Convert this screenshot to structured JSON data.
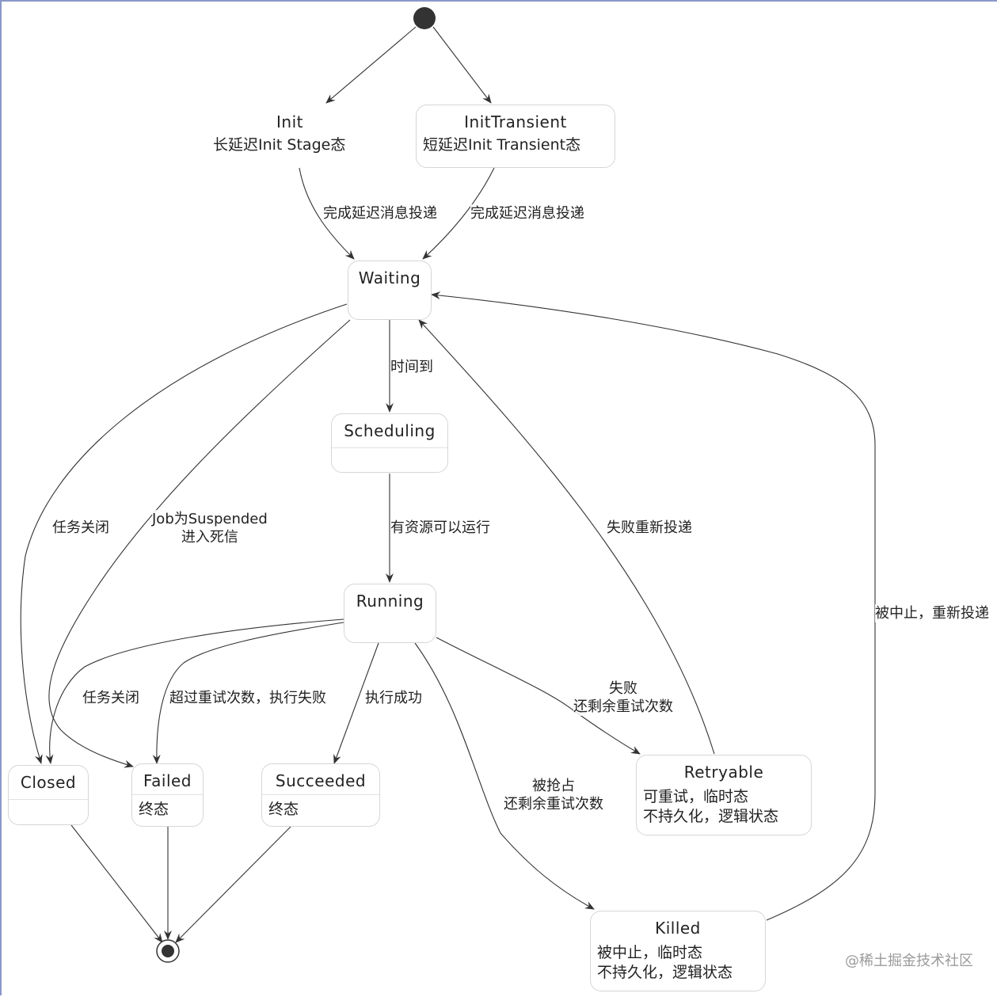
{
  "states": {
    "init": {
      "name": "Init",
      "body": "长延迟Init Stage态"
    },
    "initTransient": {
      "name": "InitTransient",
      "body": "短延迟Init Transient态"
    },
    "waiting": {
      "name": "Waiting",
      "body": ""
    },
    "scheduling": {
      "name": "Scheduling",
      "body": ""
    },
    "running": {
      "name": "Running",
      "body": ""
    },
    "closed": {
      "name": "Closed",
      "body": ""
    },
    "failed": {
      "name": "Failed",
      "body": "终态"
    },
    "succeeded": {
      "name": "Succeeded",
      "body": "终态"
    },
    "retryable": {
      "name": "Retryable",
      "body": "可重试，临时态\n不持久化，逻辑状态"
    },
    "killed": {
      "name": "Killed",
      "body": "被中止，临时态\n不持久化，逻辑状态"
    }
  },
  "transitions": {
    "init_to_waiting": "完成延迟消息投递",
    "transient_to_waiting": "完成延迟消息投递",
    "waiting_to_scheduling": "时间到",
    "scheduling_to_running": "有资源可以运行",
    "waiting_to_closed": "任务关闭",
    "waiting_to_failed": "Job为Suspended\n进入死信",
    "running_to_closed": "任务关闭",
    "running_to_failed": "超过重试次数，执行失败",
    "running_to_succeeded": "执行成功",
    "running_to_retryable": "失败\n还剩余重试次数",
    "running_to_killed": "被抢占\n还剩余重试次数",
    "retryable_to_waiting": "失败重新投递",
    "killed_to_waiting": "被中止，重新投递"
  },
  "watermark": "@稀土掘金技术社区",
  "colors": {
    "line": "#333333",
    "dot": "#333333",
    "border": "#d6d6d6"
  }
}
